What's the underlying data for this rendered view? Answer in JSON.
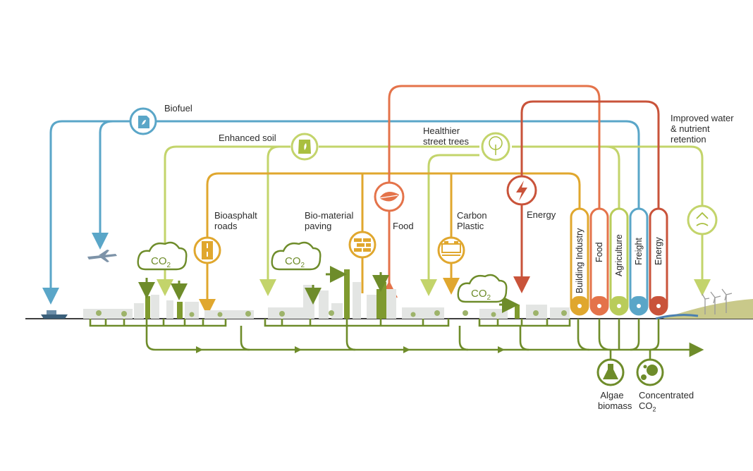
{
  "labels": {
    "biofuel": "Biofuel",
    "enhanced_soil": "Enhanced soil",
    "healthier_trees_line1": "Healthier",
    "healthier_trees_line2": "street trees",
    "water_line1": "Improved water",
    "water_line2": "& nutrient",
    "water_line3": "retention",
    "bioasphalt_line1": "Bioasphalt",
    "bioasphalt_line2": "roads",
    "biomaterial_line1": "Bio-material",
    "biomaterial_line2": "paving",
    "food": "Food",
    "carbon_plastic_line1": "Carbon",
    "carbon_plastic_line2": "Plastic",
    "energy": "Energy",
    "algae_line1": "Algae",
    "algae_line2": "biomass",
    "concentrated_line1": "Concentrated",
    "concentrated_line2": "CO",
    "concentrated_sub": "2",
    "co2_main": "CO",
    "co2_sub": "2"
  },
  "columns": [
    {
      "label": "Building Industry",
      "color": "#e0a72e"
    },
    {
      "label": "Food",
      "color": "#e4734a"
    },
    {
      "label": "Agriculture",
      "color": "#b9cc5a"
    },
    {
      "label": "Freight",
      "color": "#5aa6c8"
    },
    {
      "label": "Energy",
      "color": "#c9533a"
    }
  ],
  "colors": {
    "blue": "#5aa6c8",
    "light_green": "#c3d46b",
    "yellow": "#e0a72e",
    "orange": "#e4734a",
    "red": "#c9533a",
    "dark_green": "#6e8c2a"
  },
  "icons": {
    "biofuel": "fuel-can-icon",
    "enhanced_soil": "soil-bag-icon",
    "trees": "tree-icon",
    "water": "water-drop-icon",
    "bioasphalt": "road-icon",
    "paving": "brick-icon",
    "food": "leaf-icon",
    "carbon_plastic": "plastic-blocks-icon",
    "energy": "lightning-icon",
    "algae": "flask-icon",
    "concentrated": "co2-bubble-icon"
  }
}
